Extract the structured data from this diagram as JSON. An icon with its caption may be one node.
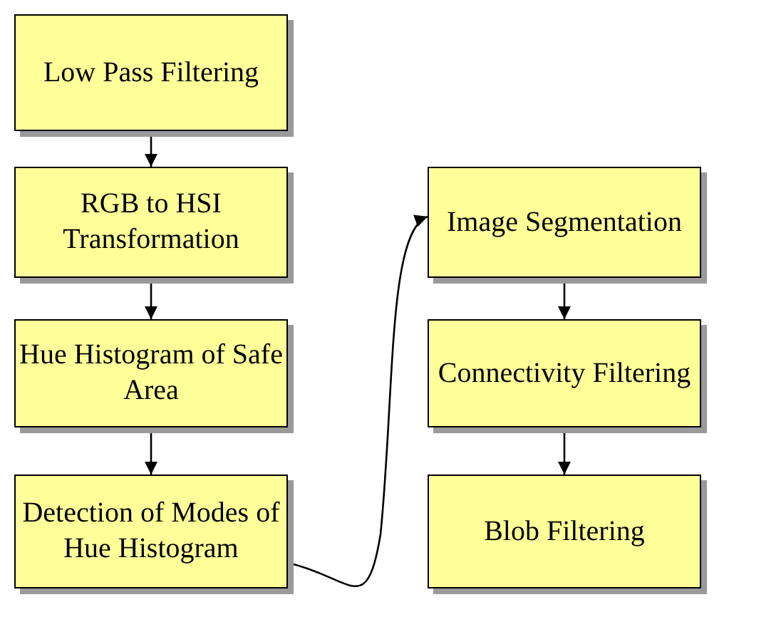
{
  "diagram": {
    "nodes": [
      {
        "text": [
          "Low Pass Filtering"
        ]
      },
      {
        "text": [
          "RGB to HSI Transformation"
        ]
      },
      {
        "text": [
          "Hue Histogram of Safe Area"
        ]
      },
      {
        "text": [
          "Detection of Modes of Hue Histogram"
        ]
      },
      {
        "text": [
          "Image Segmentation"
        ]
      },
      {
        "text": [
          "Connectivity Filtering"
        ]
      },
      {
        "text": [
          "Blob Filtering"
        ]
      }
    ],
    "edges": [
      {
        "from": 0,
        "to": 1,
        "arrow": "to"
      },
      {
        "from": 1,
        "to": 2,
        "arrow": "to"
      },
      {
        "from": 2,
        "to": 3,
        "arrow": "to"
      },
      {
        "from": 3,
        "to": 4,
        "arrow": "to"
      },
      {
        "from": 4,
        "to": 5,
        "arrow": "to"
      },
      {
        "from": 5,
        "to": 6,
        "arrow": "to"
      }
    ]
  }
}
